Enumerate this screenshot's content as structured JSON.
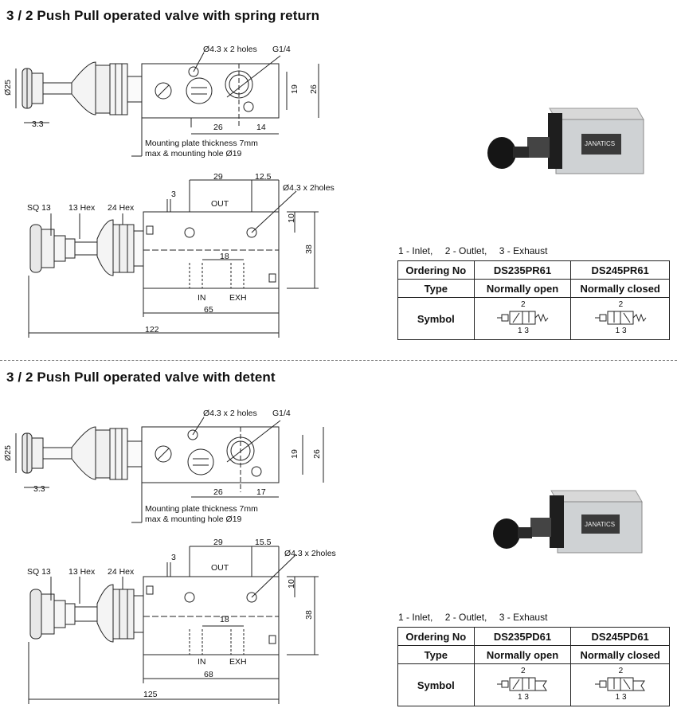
{
  "sections": [
    {
      "title": "3 / 2 Push Pull operated valve with spring return",
      "labels": {
        "holes_top": "Ø4.3 x 2 holes",
        "g14": "G1/4",
        "dia25": "Ø25",
        "d19": "19",
        "d26": "26",
        "d3_3": "3.3",
        "w26": "26",
        "w14": "14",
        "mount1": "Mounting plate thickness 7mm",
        "mount2": "max & mounting hole Ø19",
        "w29": "29",
        "w12_5": "12.5",
        "holes_side": "Ø4.3 x 2holes",
        "d3": "3",
        "sq13": "SQ 13",
        "hex13": "13 Hex",
        "hex24": "24 Hex",
        "out": "OUT",
        "d10": "10",
        "d38": "38",
        "d18": "18",
        "in": "IN",
        "exh": "EXH",
        "len65": "65",
        "len122": "122"
      },
      "legend": [
        "1 - Inlet,",
        "2 - Outlet,",
        "3 - Exhaust"
      ],
      "table": {
        "rows": [
          [
            "Ordering No",
            "DS235PR61",
            "DS245PR61"
          ],
          [
            "Type",
            "Normally open",
            "Normally closed"
          ]
        ],
        "symbol_label": "Symbol",
        "sym_top": "2",
        "sym_bottom": "1 3"
      },
      "photo_brand": "JANATICS"
    },
    {
      "title": "3 / 2 Push Pull operated valve with detent",
      "labels": {
        "holes_top": "Ø4.3 x 2 holes",
        "g14": "G1/4",
        "dia25": "Ø25",
        "d19": "19",
        "d26": "26",
        "d3_3": "3.3",
        "w26": "26",
        "w14": "17",
        "mount1": "Mounting plate thickness 7mm",
        "mount2": "max & mounting hole Ø19",
        "w29": "29",
        "w12_5": "15.5",
        "holes_side": "Ø4.3 x 2holes",
        "d3": "3",
        "sq13": "SQ 13",
        "hex13": "13 Hex",
        "hex24": "24 Hex",
        "out": "OUT",
        "d10": "10",
        "d38": "38",
        "d18": "18",
        "in": "IN",
        "exh": "EXH",
        "len65": "68",
        "len122": "125"
      },
      "legend": [
        "1 - Inlet,",
        "2 - Outlet,",
        "3 - Exhaust"
      ],
      "table": {
        "rows": [
          [
            "Ordering No",
            "DS235PD61",
            "DS245PD61"
          ],
          [
            "Type",
            "Normally open",
            "Normally closed"
          ]
        ],
        "symbol_label": "Symbol",
        "sym_top": "2",
        "sym_bottom": "1 3"
      },
      "photo_brand": "JANATICS"
    }
  ]
}
